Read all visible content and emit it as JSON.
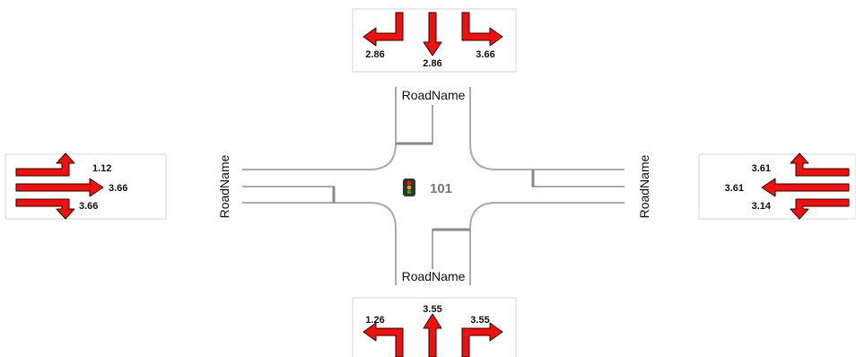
{
  "arrow_color": "#ee1111",
  "road_color": "#aaaaaa",
  "intersection": {
    "signal_icon": "traffic-light-icon",
    "signal_id": "101",
    "road_north": "RoadName",
    "road_south": "RoadName",
    "road_west": "RoadName",
    "road_east": "RoadName"
  },
  "approaches": {
    "north": {
      "left": "2.86",
      "through": "2.86",
      "right": "3.66"
    },
    "south": {
      "left": "1.26",
      "through": "3.55",
      "right": "3.55"
    },
    "west": {
      "left": "1.12",
      "through": "3.66",
      "right": "3.66"
    },
    "east": {
      "left": "3.61",
      "through": "3.61",
      "right": "3.14"
    }
  }
}
